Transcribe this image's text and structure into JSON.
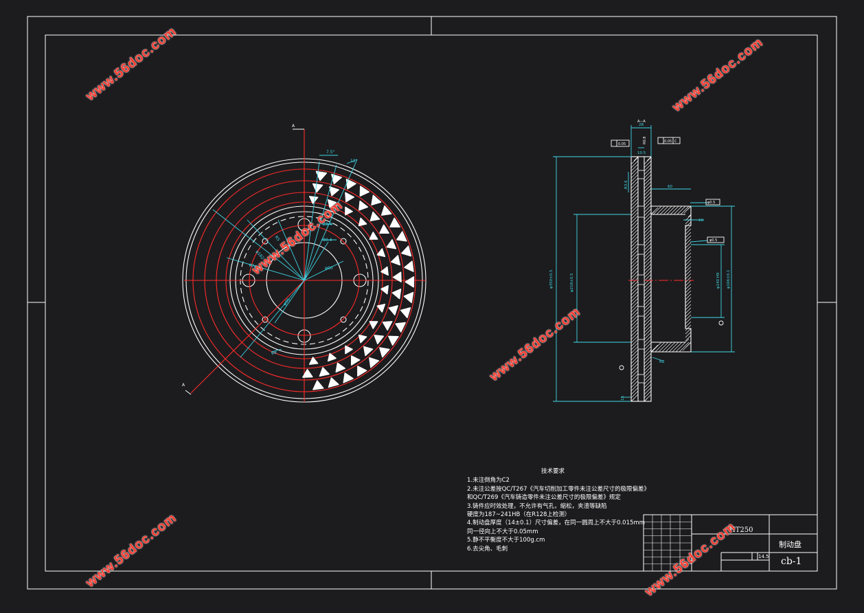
{
  "drawing": {
    "technical_notes": {
      "title": "技术要求",
      "lines": [
        "1.未注倒角为C2",
        "2.未注公差按QC/T267《汽车切削加工零件未注公差尺寸的极限偏差》",
        "和QC/T269《汽车铸造零件未注公差尺寸的极限偏差》规定",
        "3.铸件应时效处理，不允许有气孔，缩松，夹渣等缺陷",
        "  硬度为187~241HB（在R128上检测）",
        "4.制动盘厚度（14±0.1）尺寸偏差，在同一圆周上不大于0.015mm",
        "  同一径向上不大于0.05mm",
        "5.静不平衡度不大于100g.cm",
        "6.去尖角、毛刺"
      ]
    },
    "title_block": {
      "material": "HT250",
      "part_name": "制动盘",
      "drawing_number": "cb-1",
      "scale_value": "14.5"
    },
    "section_label": "A—A",
    "watermark": "www.56doc.com",
    "colors": {
      "background": "#1c1c1e",
      "line": "#ffffff",
      "center_line": "#ff2a2a",
      "dimension": "#3fd7e6",
      "watermark": "#ff3b30"
    }
  }
}
